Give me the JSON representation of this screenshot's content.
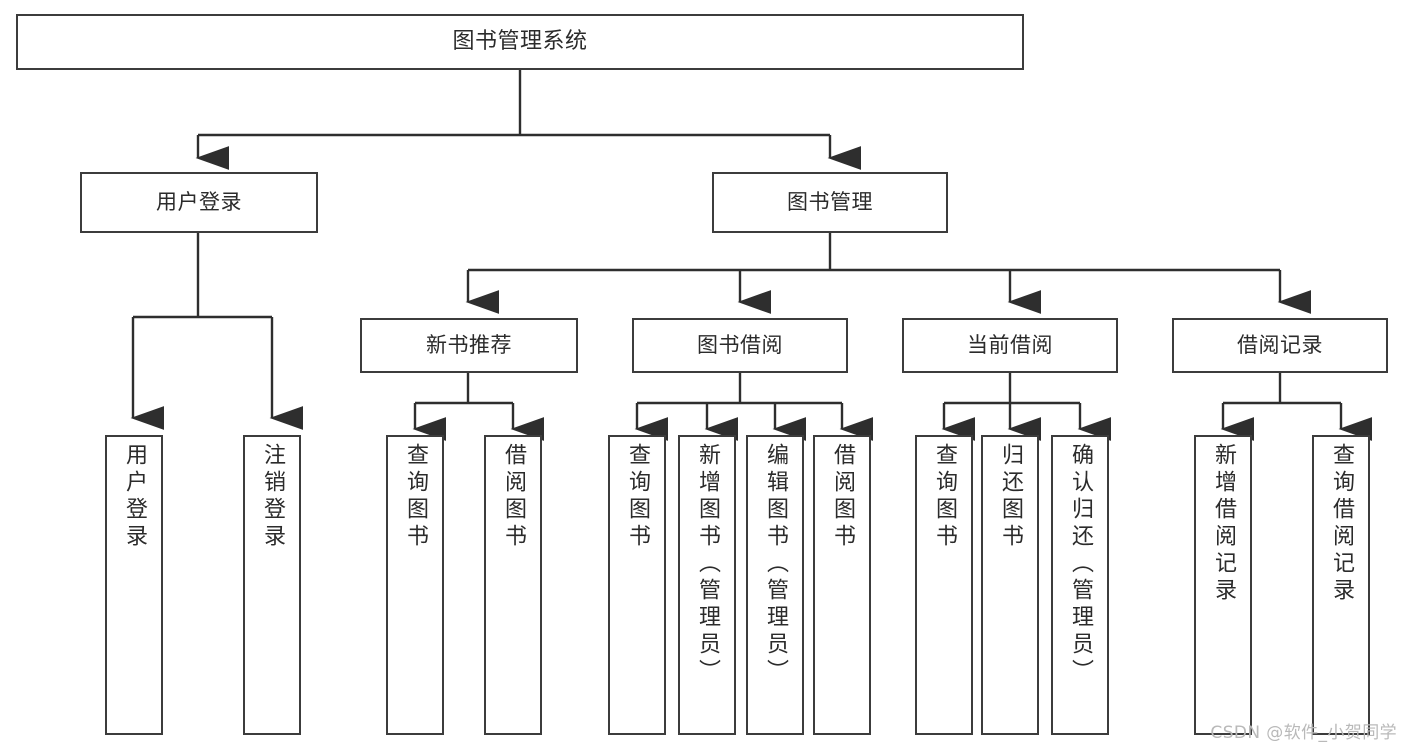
{
  "diagram": {
    "title": "图书管理系统",
    "watermark": "CSDN @软件_小贺同学",
    "line_color": "#3c3c3c",
    "box_fill": "#ffffff",
    "text_color": "#2b2b2b",
    "root": {
      "label": "图书管理系统"
    },
    "level2": [
      {
        "label": "用户登录"
      },
      {
        "label": "图书管理"
      }
    ],
    "level3": [
      {
        "label": "新书推荐"
      },
      {
        "label": "图书借阅"
      },
      {
        "label": "当前借阅"
      },
      {
        "label": "借阅记录"
      }
    ],
    "leaves": {
      "user_login": [
        {
          "label": "用户登录"
        },
        {
          "label": "注销登录"
        }
      ],
      "new_book": [
        {
          "label": "查询图书"
        },
        {
          "label": "借阅图书"
        }
      ],
      "book_borrow": [
        {
          "label": "查询图书"
        },
        {
          "label": "新增图书（管理员）"
        },
        {
          "label": "编辑图书（管理员）"
        },
        {
          "label": "借阅图书"
        }
      ],
      "current_borrow": [
        {
          "label": "查询图书"
        },
        {
          "label": "归还图书"
        },
        {
          "label": "确认归还（管理员）"
        }
      ],
      "borrow_record": [
        {
          "label": "新增借阅记录"
        },
        {
          "label": "查询借阅记录"
        }
      ]
    }
  }
}
